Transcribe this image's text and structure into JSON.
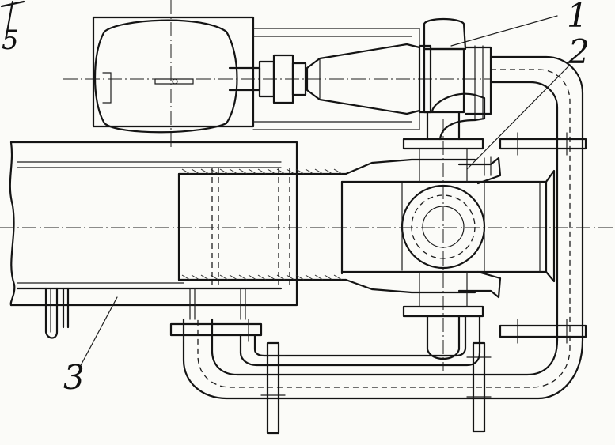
{
  "drawing": {
    "callouts": [
      {
        "id": "1",
        "text": "1"
      },
      {
        "id": "2",
        "text": "2"
      },
      {
        "id": "3",
        "text": "3"
      }
    ],
    "corner_mark": "5"
  }
}
